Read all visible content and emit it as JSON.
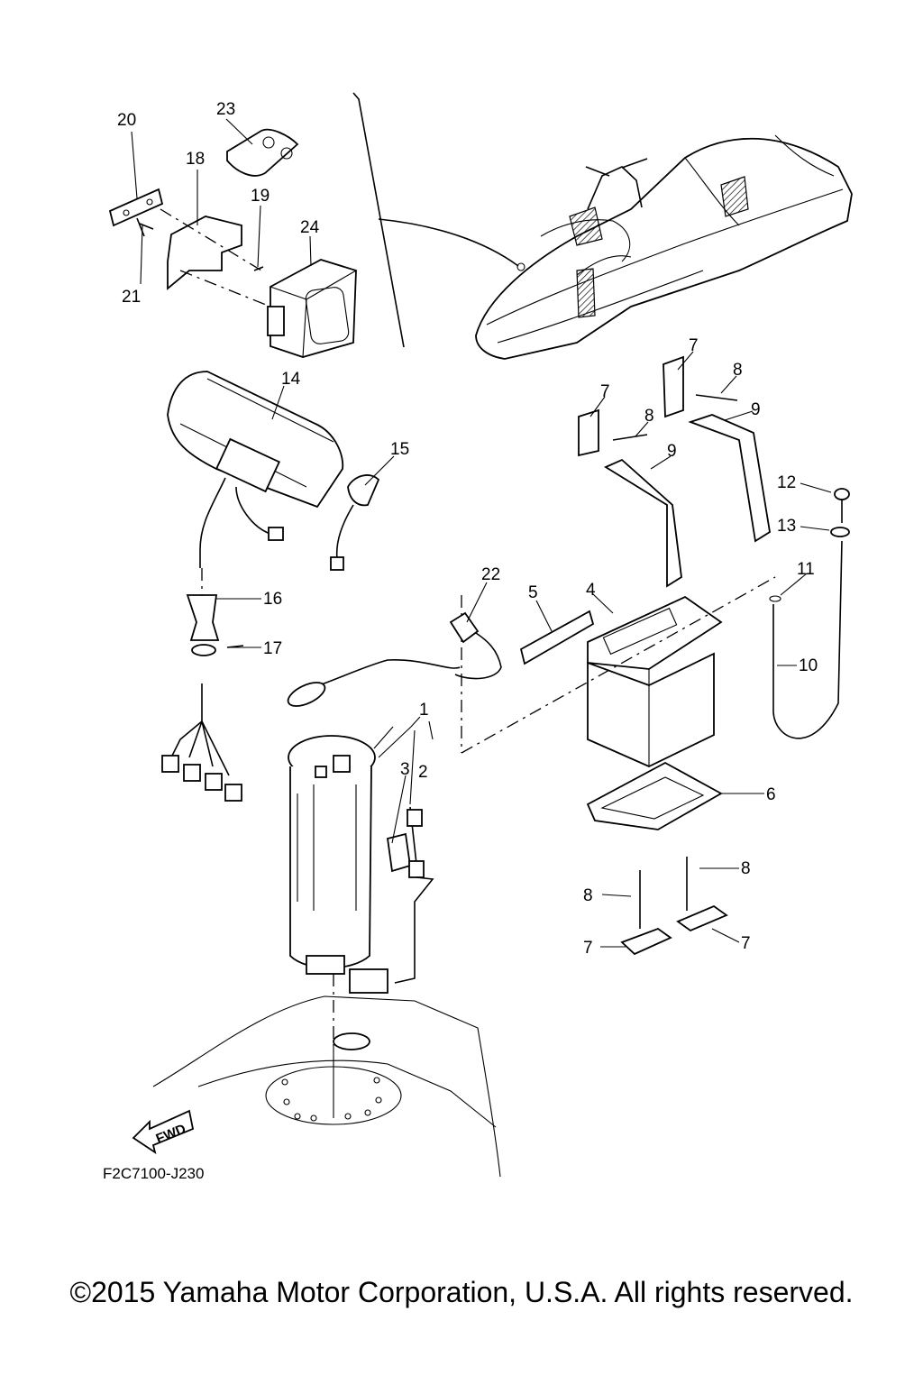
{
  "diagram": {
    "code": "F2C7100-J230",
    "fwd_label": "FWD",
    "callouts": [
      "1",
      "2",
      "3",
      "4",
      "5",
      "6",
      "7",
      "8",
      "9",
      "10",
      "11",
      "12",
      "13",
      "14",
      "15",
      "16",
      "17",
      "18",
      "19",
      "20",
      "21",
      "22",
      "23",
      "24"
    ],
    "duplicate_callouts": {
      "7a": "7",
      "7b": "7",
      "7c": "7",
      "8a": "8",
      "8b": "8",
      "8c": "8",
      "9a": "9"
    }
  },
  "footer": {
    "copyright": "©2015 Yamaha Motor Corporation, U.S.A. All rights reserved."
  }
}
